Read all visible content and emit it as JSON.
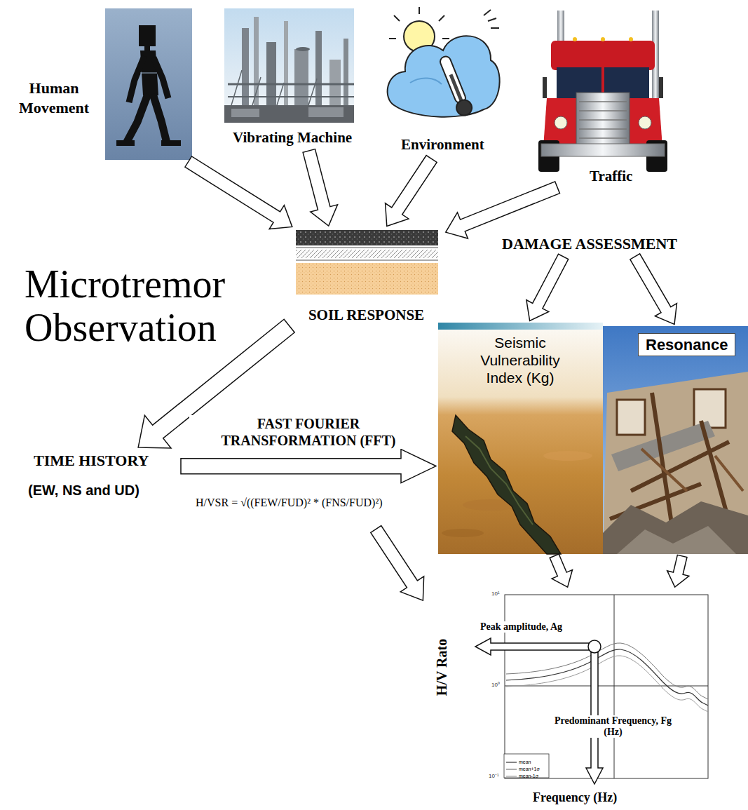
{
  "diagram": {
    "title": "Microtremor Observation",
    "nodes": [
      {
        "text": [
          "Human Movement"
        ]
      },
      {
        "text": [
          "Vibrating Machine"
        ]
      },
      {
        "text": [
          "Environment"
        ]
      },
      {
        "text": [
          "Traffic"
        ]
      },
      {
        "text": [
          "SOIL RESPONSE"
        ]
      },
      {
        "text": [
          "DAMAGE ASSESSMENT"
        ]
      },
      {
        "text": [
          "Seismic Vulnerability Index (Kg)"
        ]
      },
      {
        "text": [
          "Resonance"
        ]
      },
      {
        "text": [
          "TIME HISTORY",
          "(EW, NS and UD)"
        ]
      },
      {
        "text": [
          "H/VSR = √((FEW/FUD)² * (FNS/FUD)²)"
        ]
      },
      {
        "text": [
          "Peak amplitude, Ag",
          "H/V Rato",
          "Predominant Frequency, Fg (Hz)",
          "Frequency (Hz)"
        ]
      }
    ],
    "edges": [
      {
        "from": 0,
        "to": 4,
        "arrow": "to"
      },
      {
        "from": 1,
        "to": 4,
        "arrow": "to"
      },
      {
        "from": 2,
        "to": 4,
        "arrow": "to"
      },
      {
        "from": 3,
        "to": 4,
        "arrow": "to"
      },
      {
        "from": 5,
        "to": 6,
        "arrow": "to"
      },
      {
        "from": 5,
        "to": 7,
        "arrow": "to"
      },
      {
        "from": 4,
        "to": 8,
        "arrow": "to"
      },
      {
        "from": 8,
        "to": 6,
        "label": "FAST FOURIER TRANSFORMATION (FFT)",
        "arrow": "to"
      },
      {
        "from": 9,
        "to": 10,
        "arrow": "to"
      },
      {
        "from": 6,
        "to": 10,
        "arrow": "to"
      },
      {
        "from": 7,
        "to": 10,
        "arrow": "to"
      }
    ],
    "labels": [
      "10¹",
      "10⁰",
      "10⁻¹"
    ],
    "legend": [
      {
        "text": "mean"
      },
      {
        "text": "mean+1σ"
      },
      {
        "text": "mean-1σ"
      }
    ]
  }
}
